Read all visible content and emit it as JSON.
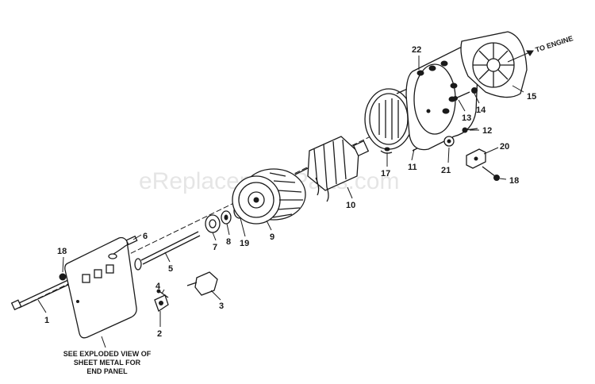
{
  "watermark": "eReplacementParts.com",
  "direction_label": "TO ENGINE",
  "note_lines": [
    "SEE EXPLODED VIEW OF",
    "SHEET METAL FOR",
    "END PANEL"
  ],
  "callouts": {
    "p1": "1",
    "p2": "2",
    "p3": "3",
    "p4": "4",
    "p5": "5",
    "p6": "6",
    "p7": "7",
    "p8": "8",
    "p9": "9",
    "p10": "10",
    "p11": "11",
    "p12": "12",
    "p13": "13",
    "p14": "14",
    "p15": "15",
    "p17": "17",
    "p18a": "18",
    "p18b": "18",
    "p19": "19",
    "p20": "20",
    "p21": "21",
    "p22": "22"
  }
}
